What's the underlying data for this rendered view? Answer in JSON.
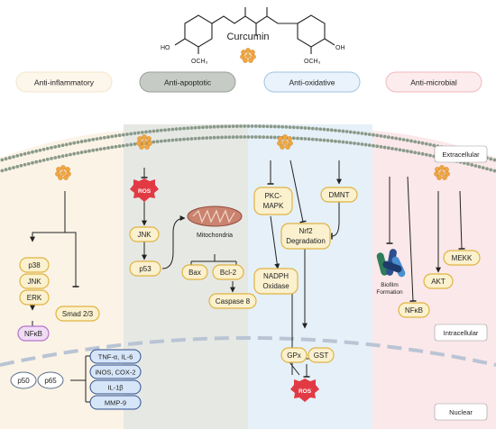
{
  "title": "Curcumin",
  "structure": {
    "ho_left": "HO",
    "och3_left": "OCH₃",
    "oh_right": "OH",
    "och3_right": "OCH₃"
  },
  "categories": [
    {
      "label": "Anti-inflammatory",
      "bg": "#fbf3e6",
      "pill": "#fdf6ea",
      "border": "#f4e6cc"
    },
    {
      "label": "Anti-apoptotic",
      "bg": "#e6e8e4",
      "pill": "#c7cbc5",
      "border": "#9aa09a"
    },
    {
      "label": "Anti-oxidative",
      "bg": "#e6f0f8",
      "pill": "#eaf3fb",
      "border": "#9ec3e3"
    },
    {
      "label": "Anti-microbial",
      "bg": "#fbe8ea",
      "pill": "#fdeced",
      "border": "#f1b9bf"
    }
  ],
  "zones": {
    "extracellular": "Extracellular",
    "intracellular": "Intracellular",
    "nuclear": "Nuclear"
  },
  "nodes": {
    "p38": "p38",
    "jnk1": "JNK",
    "erk": "ERK",
    "smad": "Smad 2/3",
    "nfkb1": "NFκB",
    "p50": "p50",
    "p65": "p65",
    "cytokines": [
      "TNF-α, IL-6",
      "iNOS, COX-2",
      "IL-1β",
      "MMP-9"
    ],
    "ros1": "ROS",
    "jnk2": "JNK",
    "p53": "p53",
    "mito": "Mitochondria",
    "bax": "Bax",
    "bcl2": "Bcl-2",
    "casp8": "Caspase 8",
    "pkc_line1": "PKC-",
    "pkc_line2": "MAPK",
    "dmnt": "DMNT",
    "nrf2_line1": "Nrf2",
    "nrf2_line2": "Degradation",
    "nadph_line1": "NADPH",
    "nadph_line2": "Oxidase",
    "gpx": "GPx",
    "gst": "GST",
    "ros2": "ROS",
    "biofilm_line1": "Biofilm",
    "biofilm_line2": "Formation",
    "mekk": "MEKK",
    "akt": "AKT",
    "nfkb2": "NFκB"
  },
  "colors": {
    "node_fill": "#fbf1cf",
    "node_stroke": "#e0b341",
    "nfkb_fill": "#f0dcf5",
    "nfkb_stroke": "#b673c9",
    "blue_fill": "#d6e6f8",
    "blue_stroke": "#2d4f8e",
    "ros_fill": "#e23a44",
    "curcumin_orange": "#f0a640"
  }
}
